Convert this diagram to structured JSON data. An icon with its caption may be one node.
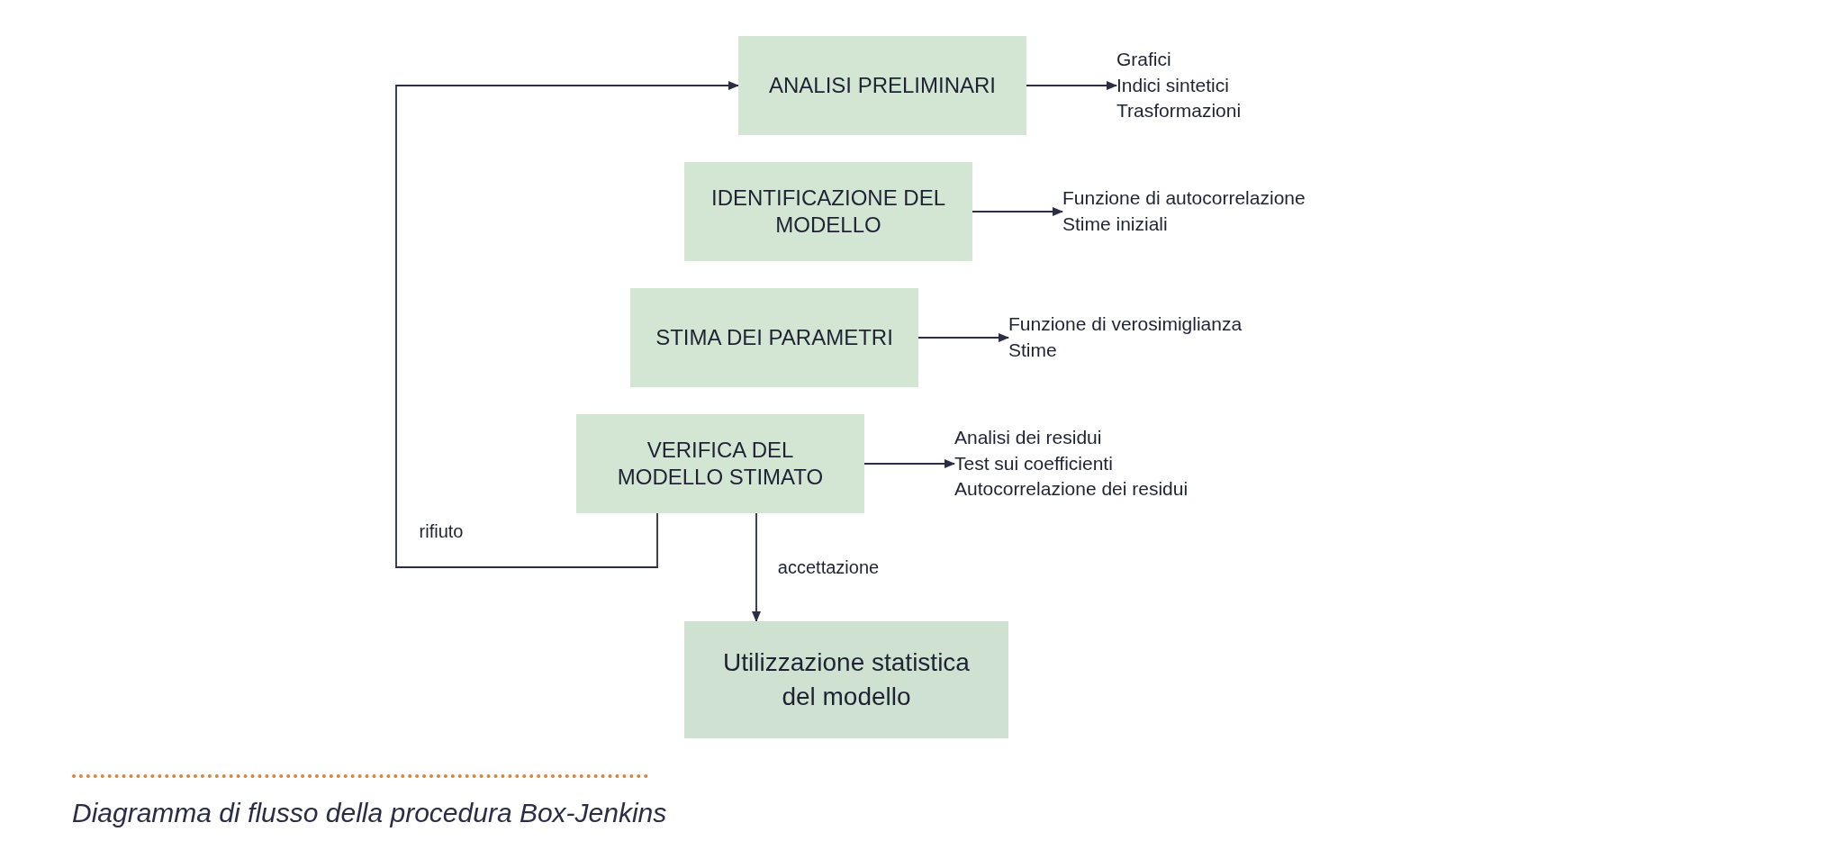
{
  "diagram": {
    "caption": "Diagramma di flusso della procedura Box-Jenkins",
    "nodes": [
      {
        "text": [
          "ANALISI PRELIMINARI"
        ]
      },
      {
        "text": [
          "IDENTIFICAZIONE DEL MODELLO"
        ]
      },
      {
        "text": [
          "STIMA DEI PARAMETRI"
        ]
      },
      {
        "text": [
          "VERIFICA DEL MODELLO STIMATO"
        ]
      },
      {
        "text": [
          "Utilizzazione statistica del modello"
        ]
      },
      {
        "text": [
          "Grafici",
          "Indici sintetici",
          "Trasformazioni"
        ]
      },
      {
        "text": [
          "Funzione di autocorrelazione",
          "Stime iniziali"
        ]
      },
      {
        "text": [
          "Funzione di verosimiglianza",
          "Stime"
        ]
      },
      {
        "text": [
          "Analisi dei residui",
          "Test sui coefficienti",
          "Autocorrelazione dei residui"
        ]
      }
    ],
    "edges": [
      {
        "from": 0,
        "to": 5,
        "arrow": "to"
      },
      {
        "from": 1,
        "to": 6,
        "arrow": "to"
      },
      {
        "from": 2,
        "to": 7,
        "arrow": "to"
      },
      {
        "from": 3,
        "to": 8,
        "arrow": "to"
      },
      {
        "from": 3,
        "to": 0,
        "arrow": "to",
        "label": "rifiuto"
      },
      {
        "from": 3,
        "to": 4,
        "arrow": "to",
        "label": "accettazione"
      }
    ]
  }
}
